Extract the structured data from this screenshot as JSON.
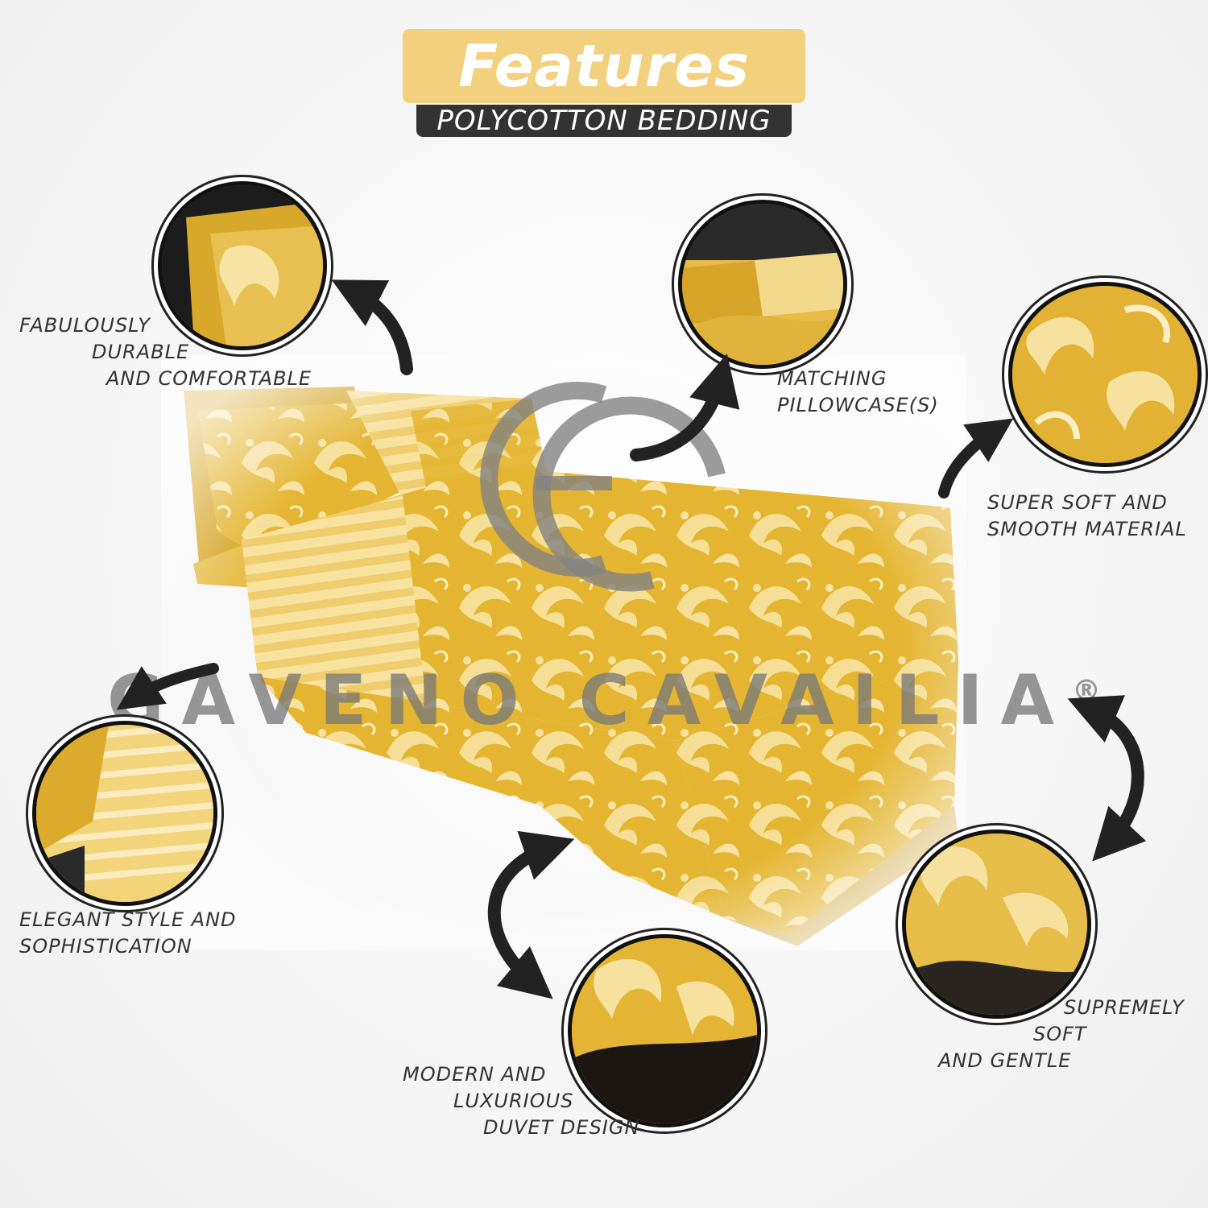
{
  "header": {
    "title": "Features",
    "subtitle": "POLYCOTTON BEDDING"
  },
  "brand": {
    "name": "GAVENO CAVAILIA",
    "registered_mark": "®",
    "monogram": "GC"
  },
  "features": [
    {
      "lines": [
        "FABULOUSLY",
        "DURABLE",
        "AND COMFORTABLE"
      ]
    },
    {
      "lines": [
        "MATCHING",
        "PILLOWCASE(S)"
      ]
    },
    {
      "lines": [
        "SUPER SOFT AND",
        "SMOOTH MATERIAL"
      ]
    },
    {
      "lines": [
        "ELEGANT STYLE AND",
        "SOPHISTICATION"
      ]
    },
    {
      "lines": [
        "MODERN AND",
        "LUXURIOUS",
        "DUVET DESIGN"
      ]
    },
    {
      "lines": [
        "SUPREMELY",
        "SOFT",
        "AND GENTLE"
      ]
    }
  ],
  "colors": {
    "gold": "#f3d07e",
    "fabric": "#e1b12c",
    "fabric_light": "#f5dd8c",
    "dark": "#333333"
  },
  "icons": [
    "curved-arrow-icon"
  ]
}
